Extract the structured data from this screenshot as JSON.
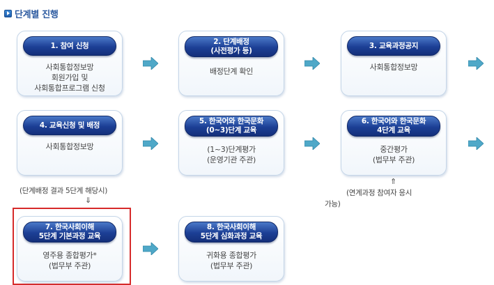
{
  "section": {
    "title": "단계별 진행",
    "icon": "blue-square-arrow-icon"
  },
  "steps": [
    {
      "title": [
        "1. 참여 신청"
      ],
      "desc": [
        "사회통합정보망",
        "회원가입 및",
        "사회통합프로그램 신청"
      ]
    },
    {
      "title": [
        "2. 단계배정",
        "(사전평가 등)"
      ],
      "desc": [
        "배정단계 확인"
      ]
    },
    {
      "title": [
        "3. 교육과정공지"
      ],
      "desc": [
        "사회통합정보망"
      ]
    },
    {
      "title": [
        "4. 교육신청 및 배정"
      ],
      "desc": [
        "사회통합정보망"
      ]
    },
    {
      "title": [
        "5. 한국어와 한국문화",
        "(0~3)단계 교육"
      ],
      "desc": [
        "(1~3)단계평가",
        "(운영기관 주관)"
      ]
    },
    {
      "title": [
        "6. 한국어와 한국문화",
        "4단계 교육"
      ],
      "desc": [
        "중간평가",
        "(법무부 주관)"
      ]
    },
    {
      "title": [
        "7. 한국사회이해",
        "5단계 기본과정 교육"
      ],
      "desc": [
        "영주용 종합평가*",
        "(법무부 주관)"
      ]
    },
    {
      "title": [
        "8. 한국사회이해",
        "5단계 심화과정 교육"
      ],
      "desc": [
        "귀화용 종합평가",
        "(법무부 주관)"
      ]
    }
  ],
  "notes": {
    "left_note": "(단계배정 결과 5단계 해당시)",
    "left_arrow": "⇓",
    "right_arrow": "⇑",
    "right_note_line1": "(연계과정 참여자 응시",
    "right_note_line2": "가능)"
  },
  "colors": {
    "pill": "#1c3f95",
    "arrow": "#4fa8c8",
    "highlight": "#d62a2a",
    "title": "#2c5aa0"
  }
}
